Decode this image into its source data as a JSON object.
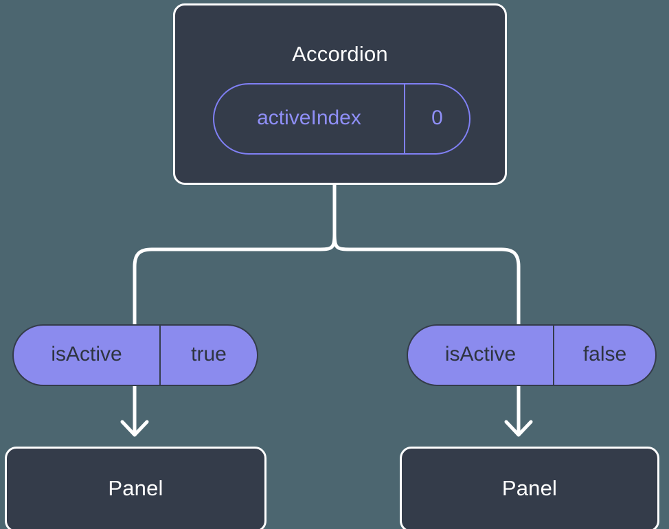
{
  "diagram": {
    "background_color": "#4c6670",
    "node_fill": "#343c4a",
    "node_stroke": "#ffffff",
    "accent_purple": "#8b8bee",
    "accent_purple_outline": "#8080f5",
    "root": {
      "title": "Accordion",
      "state_pill": {
        "key": "activeIndex",
        "value": "0"
      }
    },
    "branches": [
      {
        "side": "left",
        "prop_pill": {
          "key": "isActive",
          "value": "true"
        },
        "child": {
          "title": "Panel"
        }
      },
      {
        "side": "right",
        "prop_pill": {
          "key": "isActive",
          "value": "false"
        },
        "child": {
          "title": "Panel"
        }
      }
    ]
  }
}
